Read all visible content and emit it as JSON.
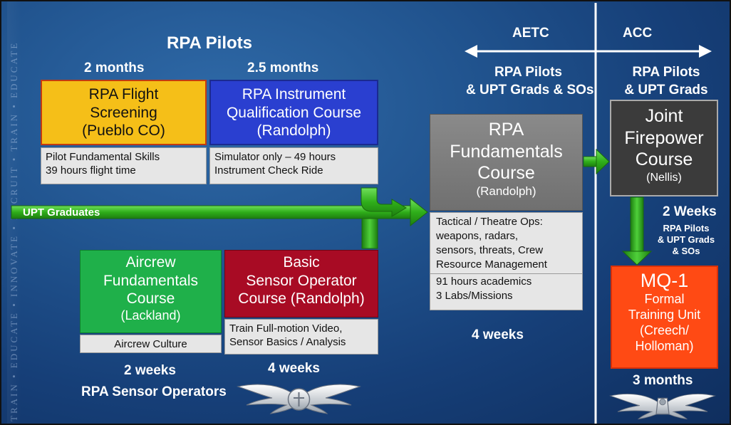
{
  "side_banner": {
    "text": "TRAIN • EDUCATE • INNOVATE • RECRUIT • TRAIN • EDUCATE"
  },
  "headers": {
    "rpa_pilots": "RPA Pilots",
    "pilot_duration_1": "2 months",
    "pilot_duration_2": "2.5 months",
    "aetc": "AETC",
    "acc": "ACC",
    "aetc_audience": [
      "RPA Pilots",
      "& UPT Grads & SOs"
    ],
    "acc_audience": [
      "RPA Pilots",
      "& UPT Grads"
    ],
    "rpa_fundamentals_duration": "4 weeks",
    "jfc_duration": "2 Weeks",
    "jfc_audience": [
      "RPA Pilots",
      "& UPT Grads",
      "& SOs"
    ],
    "mq1_duration": "3 months",
    "sensor_duration_1": "2 weeks",
    "sensor_duration_2": "4 weeks",
    "sensor_ops": "RPA Sensor Operators"
  },
  "arrow_label": "UPT Graduates",
  "boxes": {
    "flight_screening": {
      "lines": [
        "RPA Flight",
        "Screening",
        "(Pueblo CO)"
      ],
      "details": [
        "Pilot Fundamental Skills",
        "39 hours flight time"
      ]
    },
    "instrument_qual": {
      "lines": [
        "RPA Instrument",
        "Qualification Course",
        "(Randolph)"
      ],
      "details": [
        "Simulator only – 49 hours",
        "Instrument Check Ride"
      ]
    },
    "rpa_fundamentals": {
      "lines": [
        "RPA",
        "Fundamentals",
        "Course"
      ],
      "location": "(Randolph)",
      "details": [
        "Tactical  / Theatre Ops:",
        "weapons, radars,",
        "sensors, threats, Crew",
        "Resource Management"
      ],
      "details2": [
        "91 hours academics",
        "3 Labs/Missions"
      ]
    },
    "joint_firepower": {
      "lines": [
        "Joint",
        "Firepower",
        "Course"
      ],
      "location": "(Nellis)"
    },
    "mq1": {
      "title": "MQ-1",
      "lines": [
        "Formal",
        "Training Unit",
        "(Creech/",
        "Holloman)"
      ]
    },
    "aircrew_fundamentals": {
      "lines": [
        "Aircrew",
        "Fundamentals",
        "Course",
        "(Lackland)"
      ],
      "details": [
        "Aircrew  Culture"
      ]
    },
    "basic_sensor": {
      "lines": [
        "Basic",
        "Sensor Operator",
        "Course  (Randolph)"
      ],
      "details": [
        "Train Full-motion Video,",
        "Sensor Basics / Analysis"
      ]
    }
  },
  "colors": {
    "yellow": "#f5bf18",
    "blue": "#2a3fd0",
    "green": "#1fb04a",
    "red": "#a80b24",
    "gray": "#7d7d7d",
    "dark": "#3b3b3b",
    "orange": "#ff4a14",
    "arrow_green": "#2fae1a"
  }
}
